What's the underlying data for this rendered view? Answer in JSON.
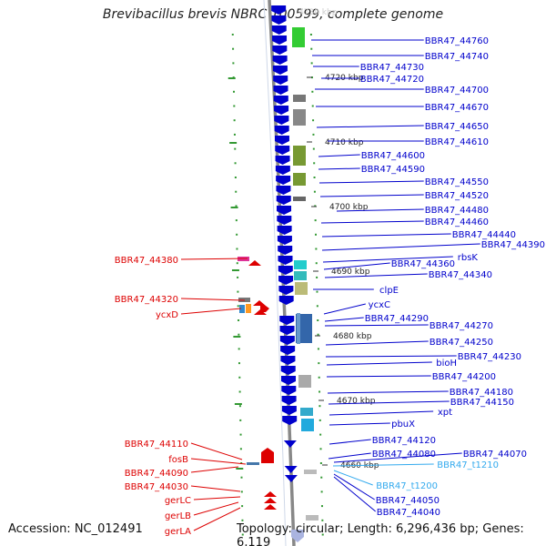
{
  "title": "Brevibacillus brevis NBRC 100599, complete genome",
  "footer": {
    "accession": "Accession: NC_012491",
    "topology": "Topology: circular; Length: 6,296,436 bp; Genes: 6,119"
  },
  "colors": {
    "plus_strand_gene": "#0000cc",
    "minus_strand_gene": "#dd0000",
    "trna": "#33aaee",
    "tick": "#339933",
    "backbone": "#888888"
  },
  "ruler": [
    {
      "label": "4720 kbp"
    },
    {
      "label": "4710 kbp"
    },
    {
      "label": "4700 kbp"
    },
    {
      "label": "4690 kbp"
    },
    {
      "label": "4680 kbp"
    },
    {
      "label": "4670 kbp"
    },
    {
      "label": "4660 kbp"
    }
  ],
  "top_ruler_partial": "4730 kbp",
  "right_labels": [
    {
      "text": "BBR47_44760",
      "color": "#0000cc"
    },
    {
      "text": "BBR47_44740",
      "color": "#0000cc"
    },
    {
      "text": "BBR47_44730",
      "color": "#0000cc"
    },
    {
      "text": "BBR47_44720",
      "color": "#0000cc"
    },
    {
      "text": "BBR47_44700",
      "color": "#0000cc"
    },
    {
      "text": "BBR47_44670",
      "color": "#0000cc"
    },
    {
      "text": "BBR47_44650",
      "color": "#0000cc"
    },
    {
      "text": "BBR47_44610",
      "color": "#0000cc"
    },
    {
      "text": "BBR47_44600",
      "color": "#0000cc"
    },
    {
      "text": "BBR47_44590",
      "color": "#0000cc"
    },
    {
      "text": "BBR47_44550",
      "color": "#0000cc"
    },
    {
      "text": "BBR47_44520",
      "color": "#0000cc"
    },
    {
      "text": "BBR47_44480",
      "color": "#0000cc"
    },
    {
      "text": "BBR47_44460",
      "color": "#0000cc"
    },
    {
      "text": "BBR47_44440",
      "color": "#0000cc"
    },
    {
      "text": "BBR47_44390",
      "color": "#0000cc"
    },
    {
      "text": "rbsK",
      "color": "#0000cc"
    },
    {
      "text": "BBR47_44360",
      "color": "#0000cc"
    },
    {
      "text": "BBR47_44340",
      "color": "#0000cc"
    },
    {
      "text": "clpE",
      "color": "#0000cc"
    },
    {
      "text": "ycxC",
      "color": "#0000cc"
    },
    {
      "text": "BBR47_44290",
      "color": "#0000cc"
    },
    {
      "text": "BBR47_44270",
      "color": "#0000cc"
    },
    {
      "text": "BBR47_44250",
      "color": "#0000cc"
    },
    {
      "text": "BBR47_44230",
      "color": "#0000cc"
    },
    {
      "text": "bioH",
      "color": "#0000cc"
    },
    {
      "text": "BBR47_44200",
      "color": "#0000cc"
    },
    {
      "text": "BBR47_44180",
      "color": "#0000cc"
    },
    {
      "text": "BBR47_44150",
      "color": "#0000cc"
    },
    {
      "text": "xpt",
      "color": "#0000cc"
    },
    {
      "text": "pbuX",
      "color": "#0000cc"
    },
    {
      "text": "BBR47_44120",
      "color": "#0000cc"
    },
    {
      "text": "BBR47_44080",
      "color": "#0000cc"
    },
    {
      "text": "BBR47_44070",
      "color": "#0000cc"
    },
    {
      "text": "BBR47_t1210",
      "color": "#33aaee"
    },
    {
      "text": "BBR47_t1200",
      "color": "#33aaee"
    },
    {
      "text": "BBR47_44050",
      "color": "#0000cc"
    },
    {
      "text": "BBR47_44040",
      "color": "#0000cc"
    }
  ],
  "left_labels": [
    {
      "text": "BBR47_44380",
      "color": "#dd0000"
    },
    {
      "text": "BBR47_44320",
      "color": "#dd0000"
    },
    {
      "text": "ycxD",
      "color": "#dd0000"
    },
    {
      "text": "BBR47_44110",
      "color": "#dd0000"
    },
    {
      "text": "fosB",
      "color": "#dd0000"
    },
    {
      "text": "BBR47_44090",
      "color": "#dd0000"
    },
    {
      "text": "BBR47_44030",
      "color": "#dd0000"
    },
    {
      "text": "gerLC",
      "color": "#dd0000"
    },
    {
      "text": "gerLB",
      "color": "#dd0000"
    },
    {
      "text": "gerLA",
      "color": "#dd0000"
    }
  ]
}
